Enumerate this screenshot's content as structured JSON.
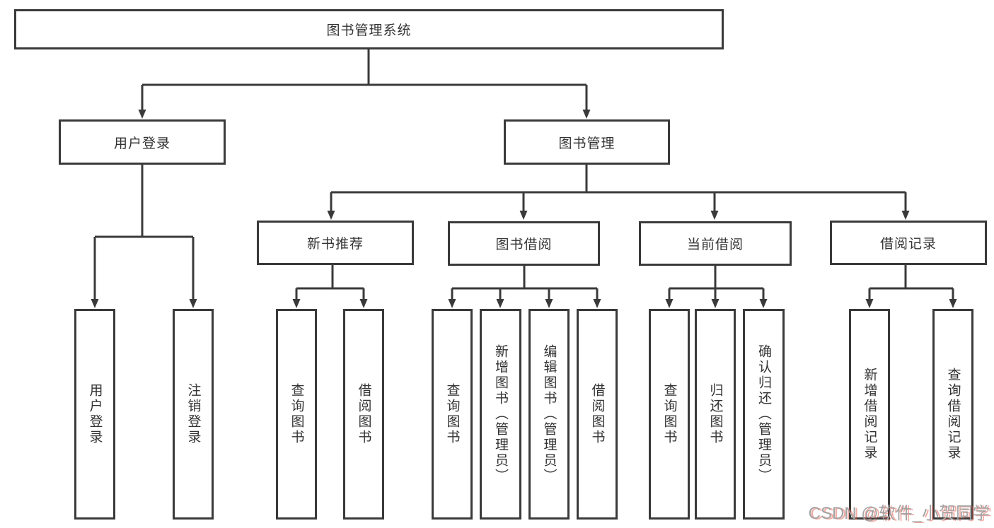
{
  "tree": {
    "root": {
      "label": "图书管理系统",
      "children": [
        {
          "label": "用户登录",
          "children": [
            {
              "label": "用户登录"
            },
            {
              "label": "注销登录"
            }
          ]
        },
        {
          "label": "图书管理",
          "children": [
            {
              "label": "新书推荐",
              "children": [
                {
                  "label": "查询图书"
                },
                {
                  "label": "借阅图书"
                }
              ]
            },
            {
              "label": "图书借阅",
              "children": [
                {
                  "label": "查询图书"
                },
                {
                  "label": "新增图书（管理员）"
                },
                {
                  "label": "编辑图书（管理员）"
                },
                {
                  "label": "借阅图书"
                }
              ]
            },
            {
              "label": "当前借阅",
              "children": [
                {
                  "label": "查询图书"
                },
                {
                  "label": "归还图书"
                },
                {
                  "label": "确认归还（管理员）"
                }
              ]
            },
            {
              "label": "借阅记录",
              "children": [
                {
                  "label": "新增借阅记录"
                },
                {
                  "label": "查询借阅记录"
                }
              ]
            }
          ]
        }
      ]
    }
  },
  "watermark": {
    "text": "CSDN @软件_小贺同学"
  },
  "colors": {
    "line": "#3a3a3a",
    "text": "#333333",
    "background": "#ffffff",
    "watermark": "#a3a3a3",
    "watermark_shadow": "#e74c3c"
  }
}
